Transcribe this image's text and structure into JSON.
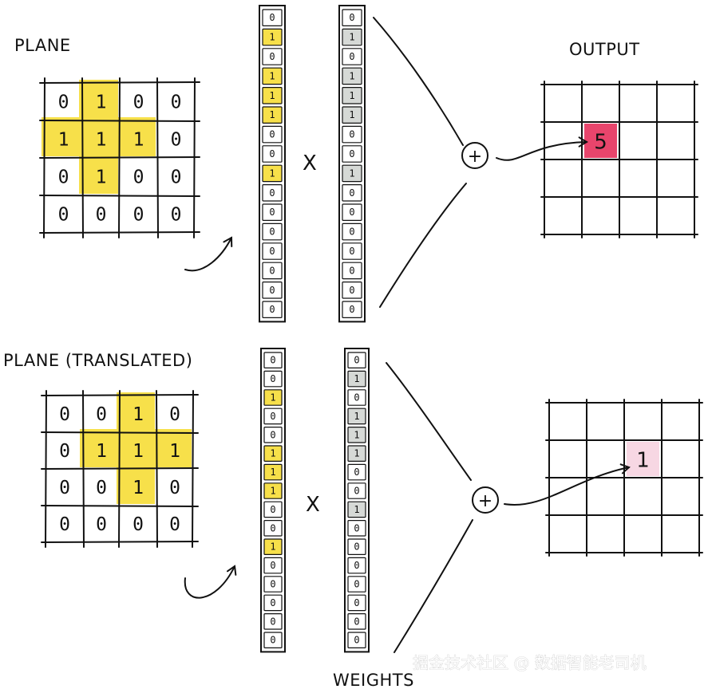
{
  "labels": {
    "plane": "PLANE",
    "plane_translated": "PLANE (TRANSLATED)",
    "output": "OUTPUT",
    "weights": "WEIGHTS",
    "times": "X",
    "plus": "+",
    "watermark": "掘金技术社区 @ 数据智能老司机"
  },
  "top": {
    "grid": [
      [
        "0",
        "1",
        "0",
        "0"
      ],
      [
        "1",
        "1",
        "1",
        "0"
      ],
      [
        "0",
        "1",
        "0",
        "0"
      ],
      [
        "0",
        "0",
        "0",
        "0"
      ]
    ],
    "highlight": [
      [
        0,
        1
      ],
      [
        1,
        0
      ],
      [
        1,
        1
      ],
      [
        1,
        2
      ],
      [
        2,
        1
      ]
    ],
    "input_vector": [
      "0",
      "1",
      "0",
      "1",
      "1",
      "1",
      "0",
      "0",
      "1",
      "0",
      "0",
      "0",
      "0",
      "0",
      "0",
      "0"
    ],
    "input_highlight": [
      1,
      3,
      4,
      5,
      8
    ],
    "weights": [
      "0",
      "1",
      "0",
      "1",
      "1",
      "1",
      "0",
      "0",
      "1",
      "0",
      "0",
      "0",
      "0",
      "0",
      "0",
      "0"
    ],
    "weights_highlight": [
      1,
      3,
      4,
      5,
      8
    ],
    "output_value": "5",
    "output_color": "#e8456c"
  },
  "bottom": {
    "grid": [
      [
        "0",
        "0",
        "1",
        "0"
      ],
      [
        "0",
        "1",
        "1",
        "1"
      ],
      [
        "0",
        "0",
        "1",
        "0"
      ],
      [
        "0",
        "0",
        "0",
        "0"
      ]
    ],
    "highlight": [
      [
        0,
        2
      ],
      [
        1,
        1
      ],
      [
        1,
        2
      ],
      [
        1,
        3
      ],
      [
        2,
        2
      ]
    ],
    "input_vector": [
      "0",
      "0",
      "1",
      "0",
      "0",
      "1",
      "1",
      "1",
      "0",
      "0",
      "1",
      "0",
      "0",
      "0",
      "0",
      "0"
    ],
    "input_highlight": [
      2,
      5,
      6,
      7,
      10
    ],
    "weights": [
      "0",
      "1",
      "0",
      "1",
      "1",
      "1",
      "0",
      "0",
      "1",
      "0",
      "0",
      "0",
      "0",
      "0",
      "0",
      "0"
    ],
    "weights_highlight": [
      1,
      3,
      4,
      5,
      8
    ],
    "output_value": "1",
    "output_color": "#f7d7e3"
  },
  "colors": {
    "highlight_yellow": "#f7e04a",
    "weights_gray": "#d6d9d6",
    "ink": "#111111"
  }
}
